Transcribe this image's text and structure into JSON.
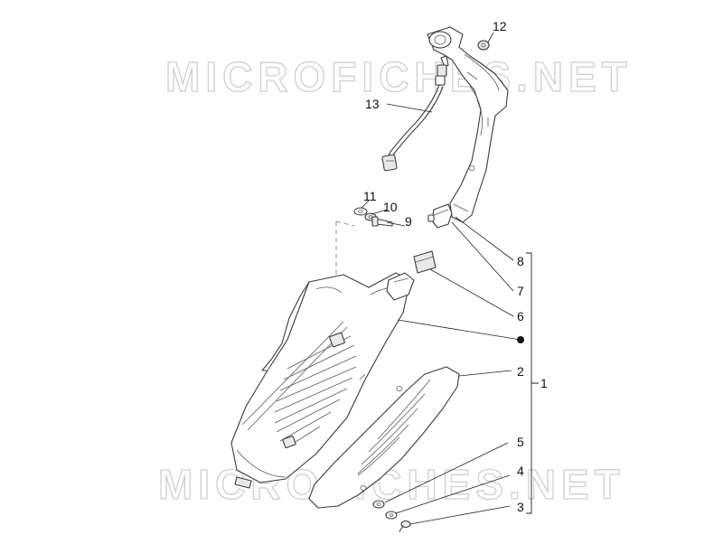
{
  "watermark": {
    "top": "MICROFICHES.NET",
    "bottom": "MICROFICHES.NET"
  },
  "callouts": [
    {
      "id": "part-12",
      "label": "12"
    },
    {
      "id": "part-13",
      "label": "13"
    },
    {
      "id": "part-11",
      "label": "11"
    },
    {
      "id": "part-10",
      "label": "10"
    },
    {
      "id": "part-9",
      "label": "9"
    },
    {
      "id": "part-8",
      "label": "8"
    },
    {
      "id": "part-7",
      "label": "7"
    },
    {
      "id": "part-6",
      "label": "6"
    },
    {
      "id": "part-2",
      "label": "2"
    },
    {
      "id": "part-1",
      "label": "1"
    },
    {
      "id": "part-5",
      "label": "5"
    },
    {
      "id": "part-4",
      "label": "4"
    },
    {
      "id": "part-3",
      "label": "3"
    }
  ]
}
